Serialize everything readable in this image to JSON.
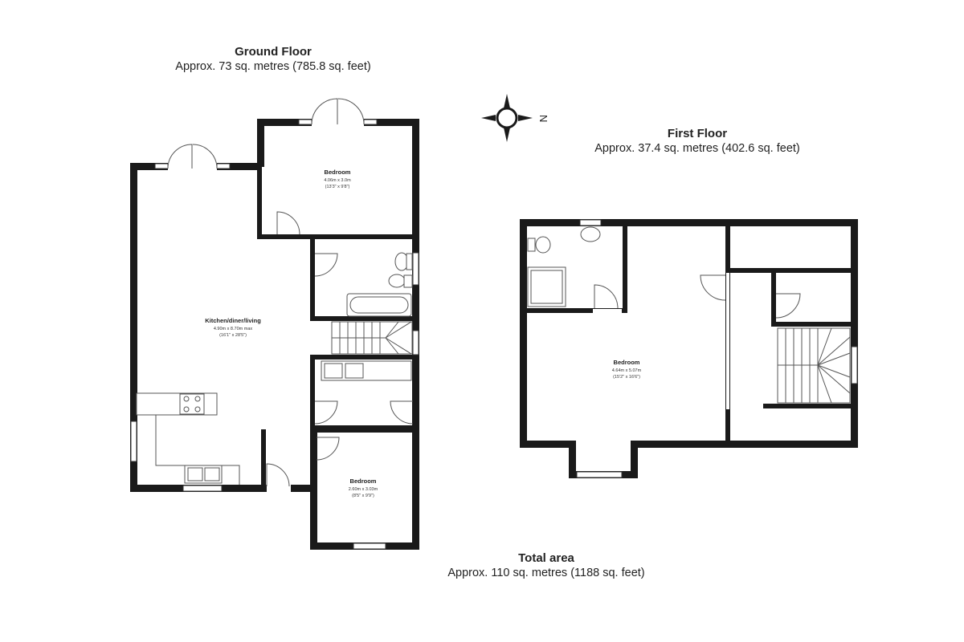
{
  "ground_floor": {
    "title": "Ground Floor",
    "area": "Approx. 73 sq. metres (785.8 sq. feet)",
    "rooms": [
      {
        "name": "Bedroom",
        "metric": "4.06m x 3.0m",
        "imperial": "(13'3\" x 9'8\")"
      },
      {
        "name": "Kitchen/diner/living",
        "metric": "4.90m x 8.70m max",
        "imperial": "(16'1\" x 28'5\")"
      },
      {
        "name": "Bedroom",
        "metric": "2.60m x 3.03m",
        "imperial": "(8'5\" x 9'9\")"
      }
    ]
  },
  "first_floor": {
    "title": "First Floor",
    "area": "Approx. 37.4 sq. metres (402.6 sq. feet)",
    "rooms": [
      {
        "name": "Bedroom",
        "metric": "4.64m x 5.07m",
        "imperial": "(15'2\" x 16'6\")"
      }
    ]
  },
  "total": {
    "title": "Total area",
    "area": "Approx. 110 sq. metres (1188 sq. feet)"
  },
  "compass": {
    "north_label": "N",
    "icon": "compass-rose-icon"
  }
}
